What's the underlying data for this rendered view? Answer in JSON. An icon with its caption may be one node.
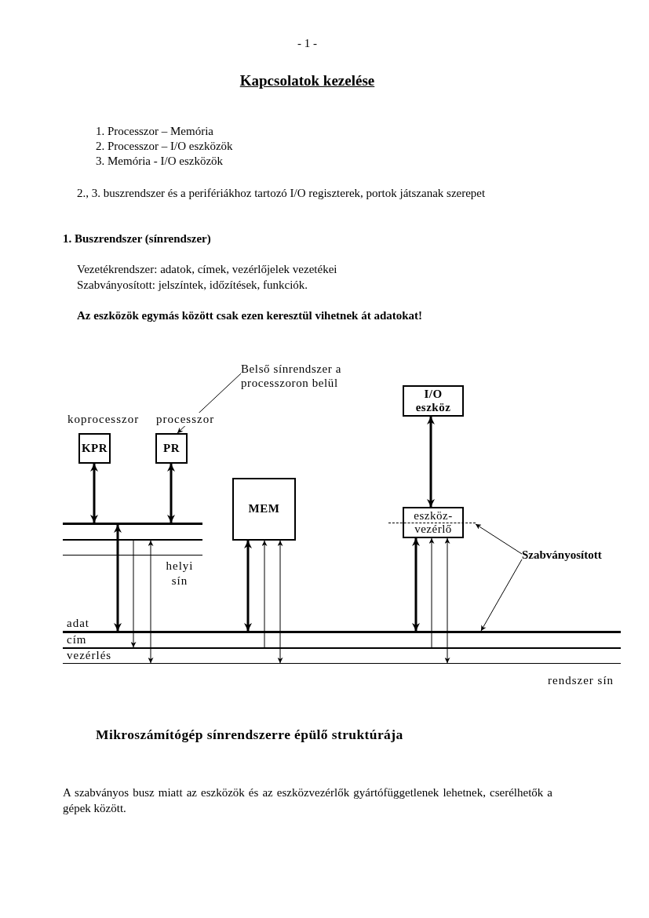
{
  "diagram": {
    "title": "Kapcsolatok kezelése",
    "caption": "Mikroszámítógép sínrendszerre épülő struktúrája",
    "nodes": [
      {
        "text": [
          "Belső sínrendszer a processzoron belül"
        ]
      },
      {
        "text": [
          "I/O eszköz"
        ]
      },
      {
        "text": [
          "KPR"
        ],
        "beside": [
          "koprocesszor"
        ]
      },
      {
        "text": [
          "PR"
        ],
        "beside": [
          "processzor"
        ]
      },
      {
        "text": [
          "MEM"
        ]
      },
      {
        "text": [
          "eszköz- vezérlő"
        ]
      },
      {
        "text": [],
        "shape": "line"
      },
      {
        "text": [
          "Szabványosított"
        ]
      },
      {
        "text": [],
        "shape": "bar"
      },
      {
        "text": [],
        "shape": "bar"
      },
      {
        "text": [],
        "shape": "bar"
      },
      {
        "text": [],
        "shape": "bar",
        "beside": [
          "adat"
        ]
      },
      {
        "text": [],
        "shape": "bar",
        "beside": [
          "cím"
        ]
      },
      {
        "text": [],
        "shape": "bar",
        "beside": [
          "vezérlés"
        ]
      }
    ],
    "edges": [
      {
        "from": 0,
        "to": 3,
        "arrow": "to"
      },
      {
        "from": 1,
        "to": 5,
        "arrow": "both",
        "style": "thick"
      },
      {
        "from": 2,
        "to": 8,
        "arrow": "both",
        "style": "thick"
      },
      {
        "from": 3,
        "to": 8,
        "arrow": "both",
        "style": "thick"
      },
      {
        "from": 8,
        "to": 11,
        "arrow": "both",
        "style": "thick"
      },
      {
        "from": 9,
        "to": 12,
        "arrow": "to"
      },
      {
        "from": 9,
        "to": 13,
        "arrow": "both"
      },
      {
        "from": 4,
        "to": 11,
        "arrow": "both",
        "style": "thick"
      },
      {
        "from": 12,
        "to": 4,
        "arrow": "to"
      },
      {
        "from": 4,
        "to": 13,
        "arrow": "both"
      },
      {
        "from": 5,
        "to": 11,
        "arrow": "both",
        "style": "thick"
      },
      {
        "from": 12,
        "to": 5,
        "arrow": "to"
      },
      {
        "from": 5,
        "to": 13,
        "arrow": "both"
      },
      {
        "from": 7,
        "to": 6,
        "arrow": "to"
      },
      {
        "from": 7,
        "to": 11,
        "arrow": "to"
      }
    ],
    "labels": [
      "- 1 -",
      "1. Processzor – Memória",
      "2. Processzor – I/O eszközök",
      "3. Memória - I/O eszközök",
      "2., 3. buszrendszer és a perifériákhoz tartozó I/O regiszterek, portok játszanak szerepet",
      "1. Buszrendszer (sínrendszer)",
      "Vezetékrendszer: adatok, címek, vezérlőjelek vezetékei",
      "Szabványosított: jelszíntek, időzítések, funkciók.",
      "Az eszközök egymás között csak ezen keresztül vihetnek át adatokat!",
      "helyi sín",
      "rendszer sín",
      "A szabványos busz miatt az eszközök és az eszközvezérlők gyártófüggetlenek lehetnek, cserélhetők a gépek között."
    ]
  }
}
